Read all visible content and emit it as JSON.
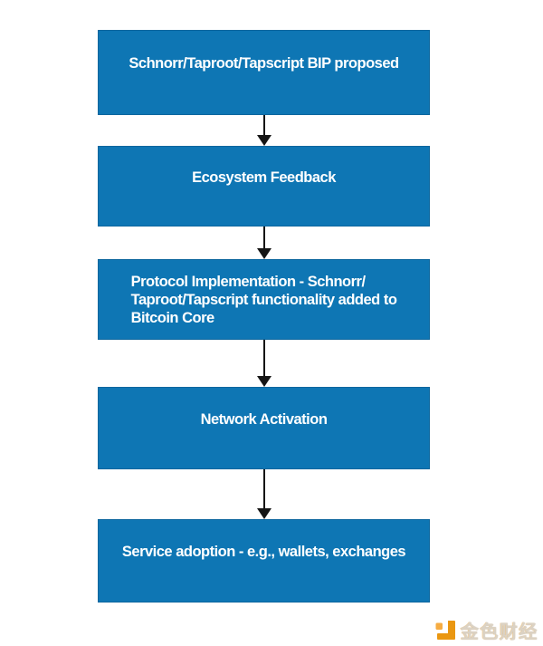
{
  "page": {
    "background": "#ffffff"
  },
  "diagram": {
    "type": "flowchart",
    "direction": "top-to-bottom",
    "steps": [
      {
        "label": "Schnorr/Taproot/Tapscript BIP proposed"
      },
      {
        "label": "Ecosystem Feedback"
      },
      {
        "label": "Protocol Implementation - Schnorr/\nTaproot/Tapscript functionality added to\nBitcoin Core"
      },
      {
        "label": "Network Activation"
      },
      {
        "label": "Service adoption - e.g., wallets, exchanges"
      }
    ],
    "connectors": [
      {
        "from": 1,
        "to": 2
      },
      {
        "from": 2,
        "to": 3
      },
      {
        "from": 3,
        "to": 4
      },
      {
        "from": 4,
        "to": 5
      }
    ],
    "colors": {
      "box_fill": "#0e76b4",
      "box_border": "#0c669e",
      "box_text": "#ffffff",
      "arrow": "#151515"
    }
  },
  "watermark": {
    "brand_text": "金色财经",
    "logo_icon": "jinse-j-logo",
    "colors": {
      "logo_square": "#f6ac42",
      "logo_j": "#ea9711",
      "text": "#dbd2c4"
    }
  }
}
